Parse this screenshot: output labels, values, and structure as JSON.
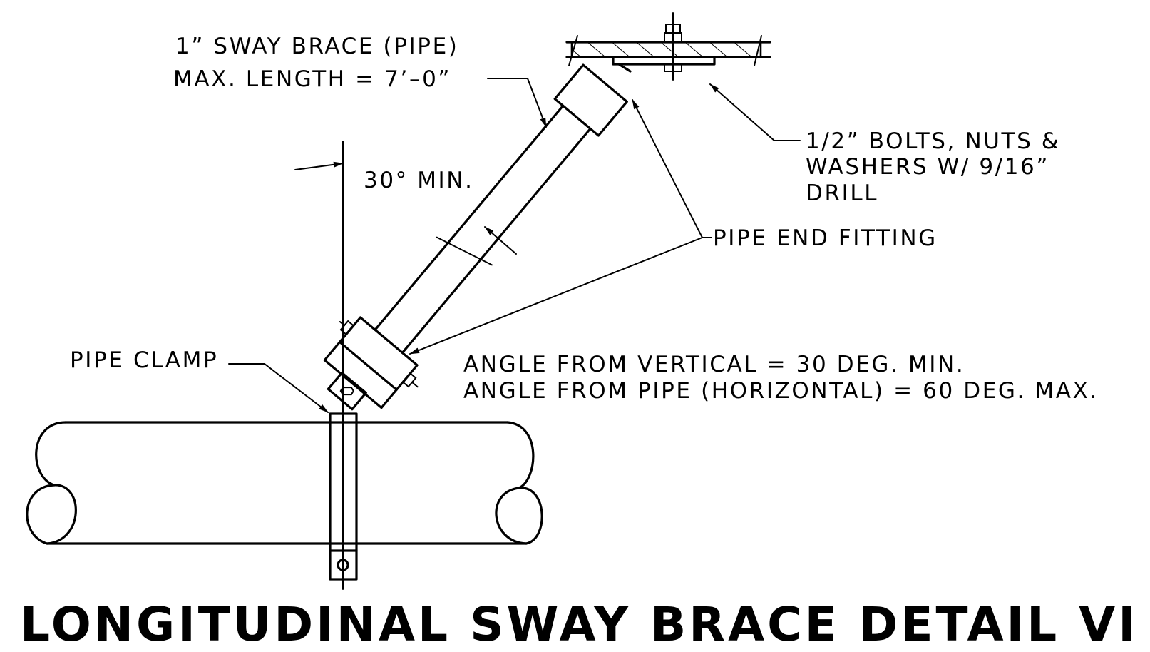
{
  "labels": {
    "sway_brace_line1": "1” SWAY BRACE (PIPE)",
    "sway_brace_line2": "MAX. LENGTH = 7’–0”",
    "bolts_line1": "1/2” BOLTS, NUTS &",
    "bolts_line2": "WASHERS W/ 9/16”",
    "bolts_line3": "DRILL",
    "angle_min": "30° MIN.",
    "pipe_end_fitting": "PIPE END FITTING",
    "pipe_clamp": "PIPE CLAMP",
    "angle_vertical": "ANGLE FROM VERTICAL = 30 DEG. MIN.",
    "angle_pipe": "ANGLE FROM PIPE (HORIZONTAL) = 60 DEG. MAX."
  },
  "title": "LONGITUDINAL SWAY BRACE DETAIL VI"
}
